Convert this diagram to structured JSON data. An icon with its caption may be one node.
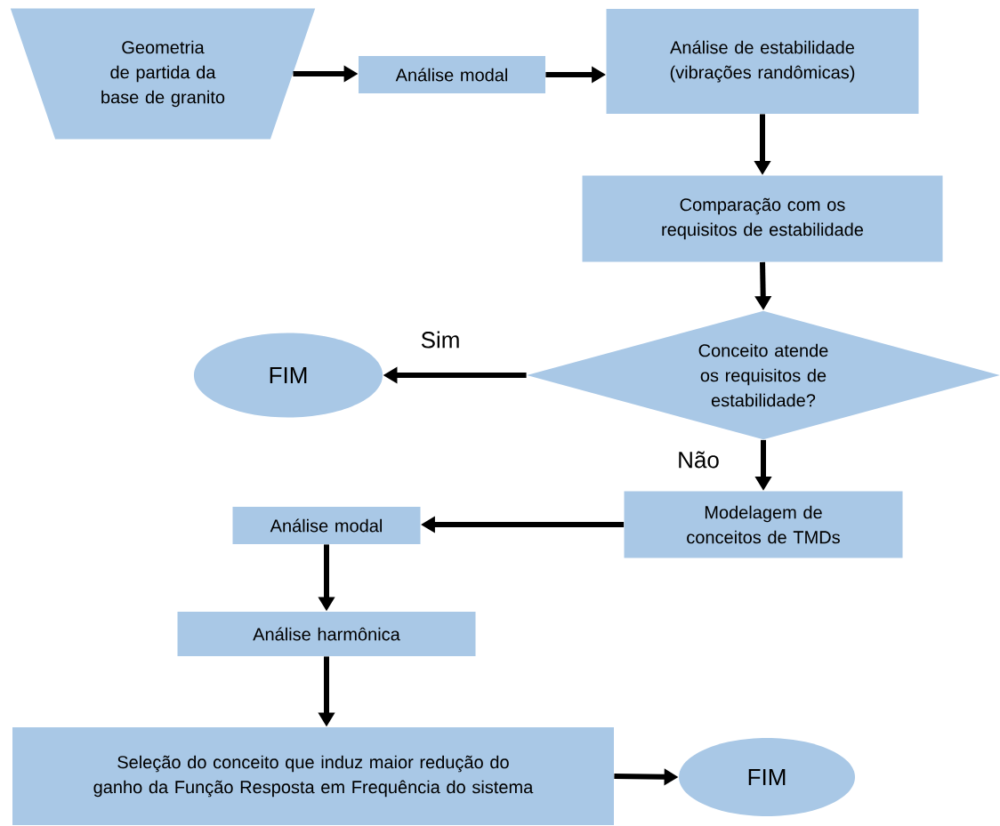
{
  "diagram": {
    "nodes": [
      {
        "text": [
          "Geometria de partida da base de granito"
        ]
      },
      {
        "text": [
          "Análise modal"
        ]
      },
      {
        "text": [
          "Análise de estabilidade (vibrações randômicas)"
        ]
      },
      {
        "text": [
          "Comparação com os requisitos de estabilidade"
        ]
      },
      {
        "text": [
          "Conceito atende os requisitos de estabilidade?"
        ]
      },
      {
        "text": [
          "FIM"
        ]
      },
      {
        "text": [
          "Análise modal"
        ]
      },
      {
        "text": [
          "Modelagem de conceitos de TMDs"
        ]
      },
      {
        "text": [
          "Análise harmônica"
        ]
      },
      {
        "text": [
          "Seleção do conceito que induz maior redução do ganho da Função Resposta em Frequência do sistema"
        ]
      },
      {
        "text": [
          "FIM"
        ]
      }
    ],
    "edges": [
      {
        "from": 0,
        "to": 1,
        "arrow": "to"
      },
      {
        "from": 1,
        "to": 2,
        "arrow": "to"
      },
      {
        "from": 2,
        "to": 3,
        "arrow": "to"
      },
      {
        "from": 3,
        "to": 4,
        "arrow": "to"
      },
      {
        "from": 4,
        "to": 5,
        "arrow": "to",
        "label": "Sim"
      },
      {
        "from": 4,
        "to": 7,
        "arrow": "to",
        "label": "Não"
      },
      {
        "from": 7,
        "to": 6,
        "arrow": "to"
      },
      {
        "from": 6,
        "to": 8,
        "arrow": "to"
      },
      {
        "from": 8,
        "to": 9,
        "arrow": "to"
      },
      {
        "from": 9,
        "to": 10,
        "arrow": "to"
      }
    ]
  }
}
